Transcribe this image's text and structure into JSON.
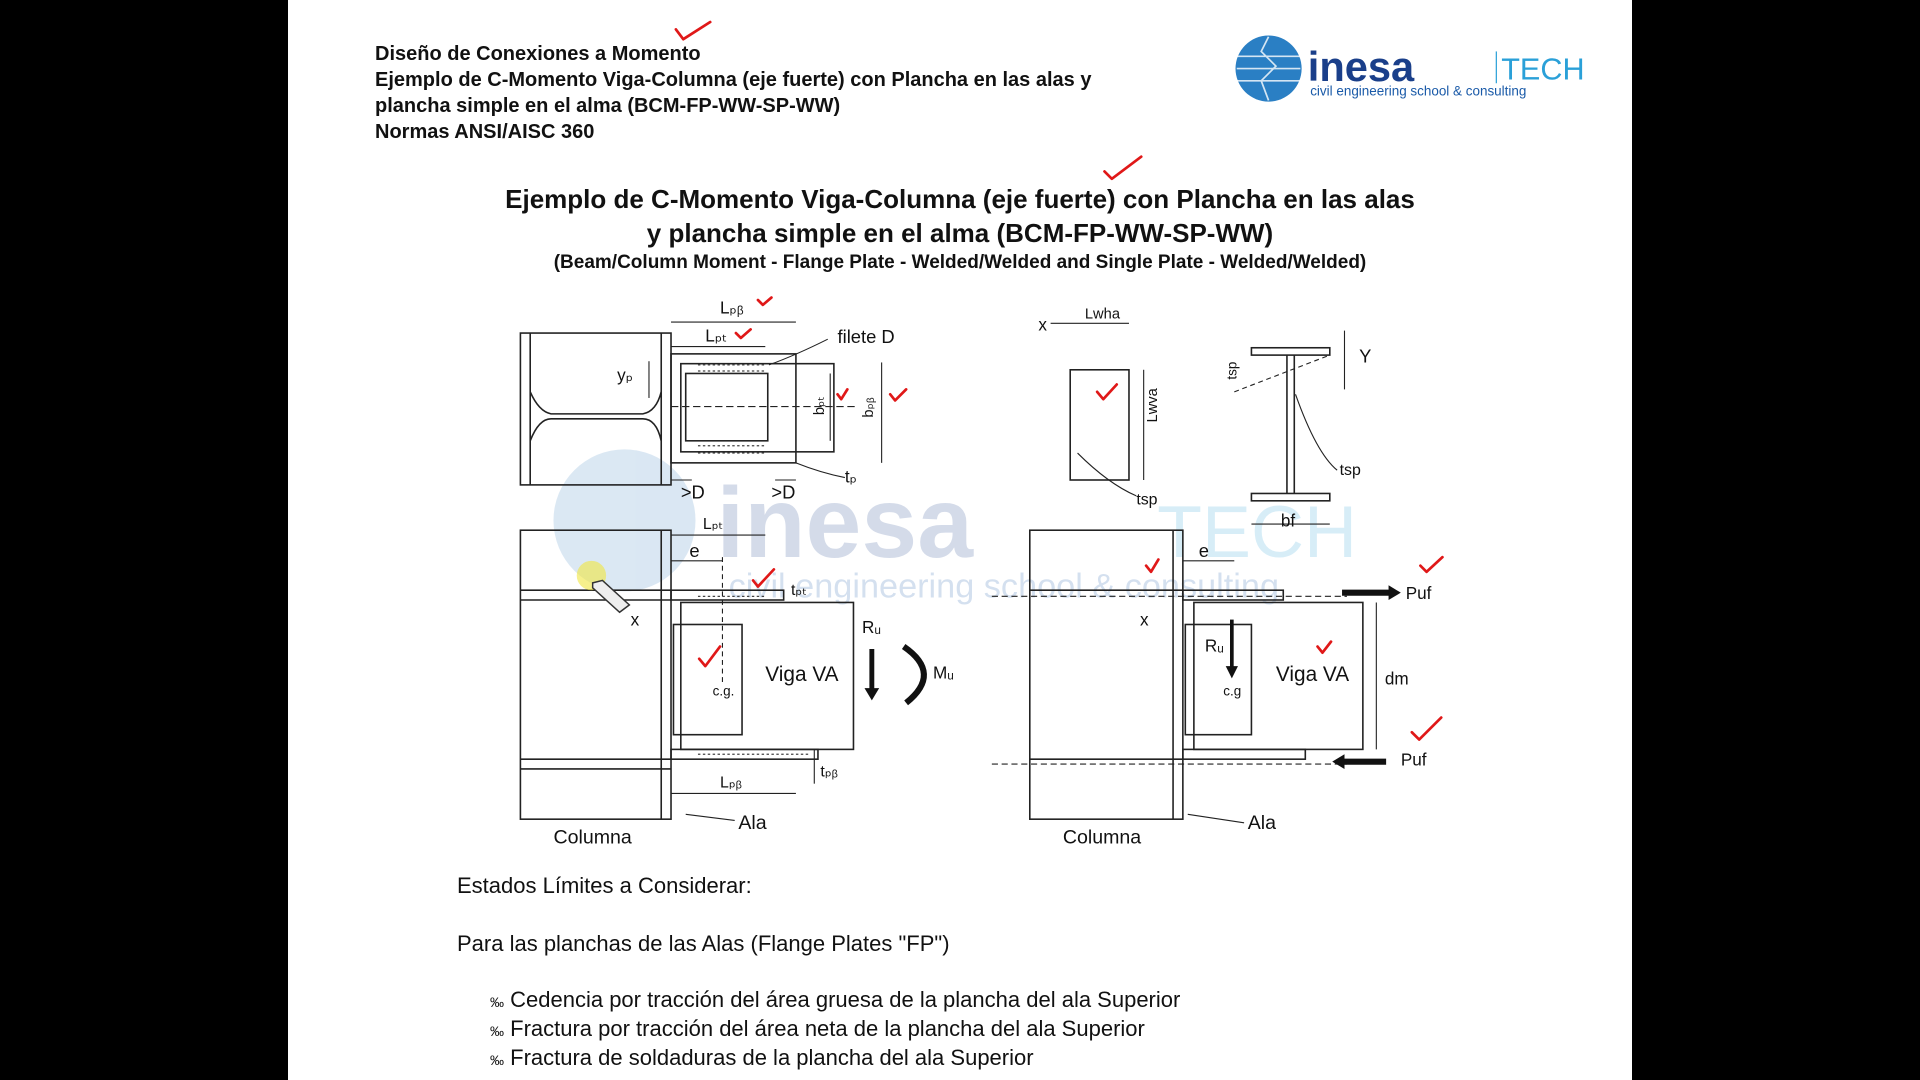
{
  "header": {
    "line1": "Diseño de Conexiones a Momento",
    "line2": "Ejemplo de C-Momento Viga-Columna (eje fuerte) con Plancha en las alas y",
    "line3": "plancha simple en el alma (BCM-FP-WW-SP-WW)",
    "line4": "Normas ANSI/AISC 360"
  },
  "logo": {
    "brand": "inesa",
    "suffix": "TECH",
    "tagline": "civil engineering school & consulting"
  },
  "title": {
    "line1": "Ejemplo de C-Momento Viga-Columna (eje fuerte) con Plancha en las alas",
    "line2": "y plancha simple en el alma (BCM-FP-WW-SP-WW)",
    "subtitle": "(Beam/Column Moment - Flange Plate - Welded/Welded and Single Plate - Welded/Welded)"
  },
  "diagram": {
    "labels": {
      "lpb": "Lₚᵦ",
      "lpt": "Lₚₜ",
      "filete": "filete D",
      "yp": "yₚ",
      "bpt": "bₚₜ",
      "bpb": "bₚᵦ",
      "tp": "tₚ",
      "gtD1": ">D",
      "gtD2": ">D",
      "x1": "x",
      "lwha": "Lwha",
      "lwva": "Lwva",
      "tsp1": "tsp",
      "Y": "Y",
      "tsp2": "tsp",
      "tsp3": "tsp",
      "bf": "bf",
      "lpt2": "Lₚₜ",
      "e1": "e",
      "tpt": "tₚₜ",
      "x2": "x",
      "ru1": "Rᵤ",
      "mu": "Mᵤ",
      "cg1": "c.g.",
      "viga1": "Viga VA",
      "tpb": "tₚᵦ",
      "lpb2": "Lₚᵦ",
      "ala1": "Ala",
      "columna1": "Columna",
      "e2": "e",
      "x3": "x",
      "ru2": "Rᵤ",
      "cg2": "c.g",
      "viga2": "Viga VA",
      "puf1": "Puf",
      "dm": "dm",
      "puf2": "Puf",
      "ala2": "Ala",
      "columna2": "Columna"
    }
  },
  "section": {
    "heading": "Estados Límites a Considerar:",
    "subheading": "Para las planchas de las Alas (Flange Plates \"FP\")",
    "bullet_glyph": "‰",
    "bullets": [
      "Cedencia por tracción del área gruesa de la plancha del ala Superior",
      "Fractura por tracción del área neta de la plancha del ala Superior",
      "Fractura de soldaduras de la plancha del ala Superior"
    ]
  },
  "colors": {
    "annotation": "#e01818",
    "logo_blue": "#1a5aa8",
    "logo_cyan": "#2aa0d8"
  }
}
